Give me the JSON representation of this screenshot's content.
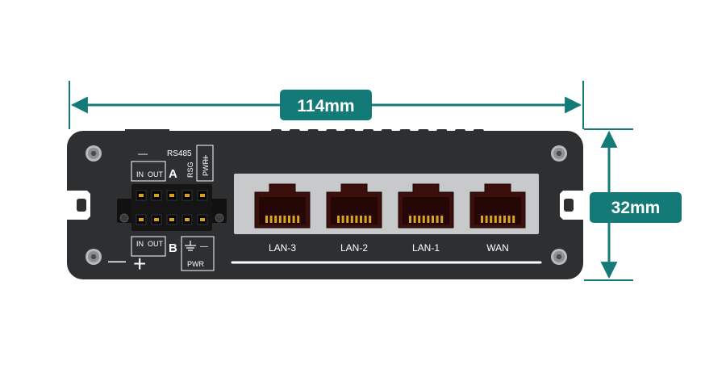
{
  "dimensions": {
    "width_label": "114mm",
    "height_label": "32mm",
    "accent_color": "#137a78",
    "badge_text_color": "#ffffff"
  },
  "device": {
    "body_color": "#2e2f31",
    "port_panel_color": "#c7c9ca",
    "silkscreen_color": "#ffffff",
    "terminal": {
      "rs485_label": "RS485",
      "rsg_label": "RSG",
      "pwr_label_top": "PWR",
      "plus_top": "+",
      "minus_top": "—",
      "in_top": "IN",
      "out_top": "OUT",
      "a_label": "A",
      "in_bottom": "IN",
      "out_bottom": "OUT",
      "b_label": "B",
      "pwr_label_bottom": "PWR",
      "minus_bottom": "—",
      "minus_big": "—",
      "plus_big": "+"
    },
    "ports": [
      {
        "label": "LAN-3"
      },
      {
        "label": "LAN-2"
      },
      {
        "label": "LAN-1"
      },
      {
        "label": "WAN"
      }
    ],
    "icons": [
      "screw-icon",
      "ground-icon",
      "rj45-port-icon"
    ]
  }
}
